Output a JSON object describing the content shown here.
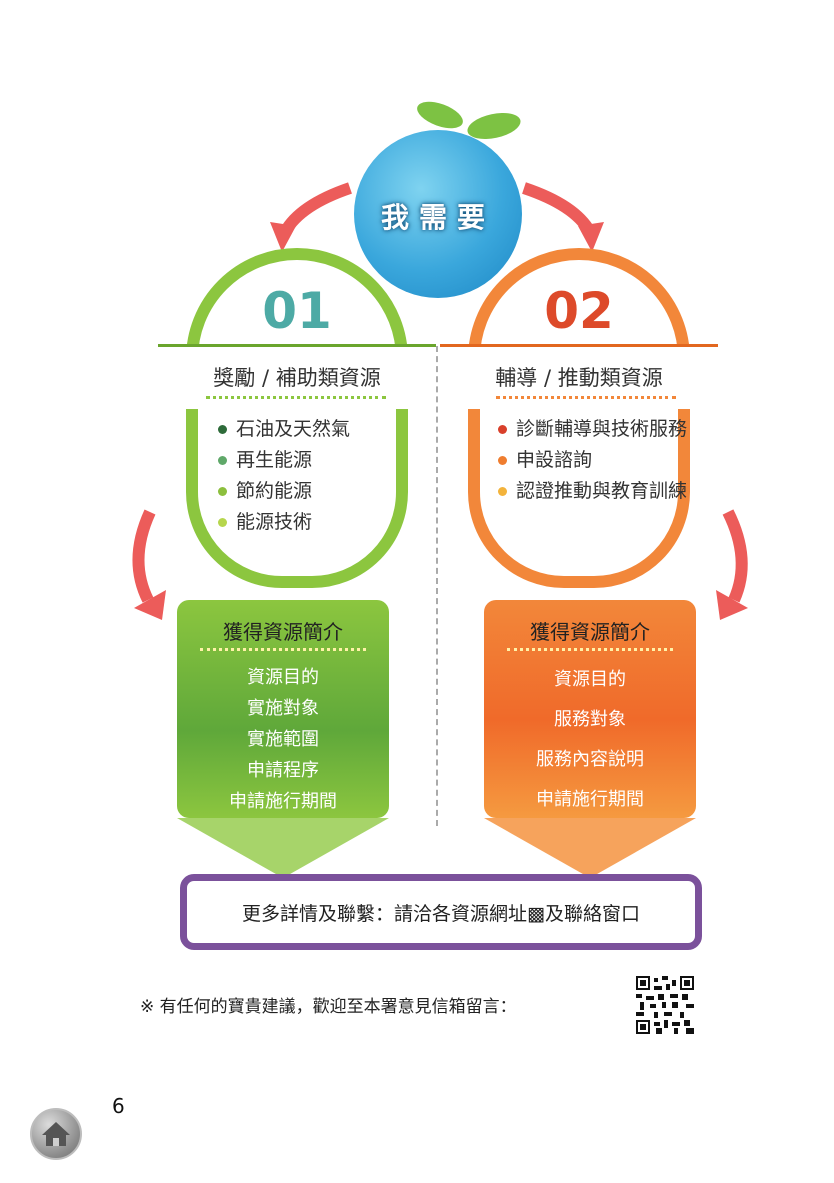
{
  "top": {
    "label": "我需要"
  },
  "left": {
    "number": "01",
    "title": "獎勵 / 補助類資源",
    "items": [
      "石油及天然氣",
      "再生能源",
      "節約能源",
      "能源技術"
    ],
    "bullet_colors": [
      "#2e6b3a",
      "#5fa869",
      "#8cbf3d",
      "#b6d64d"
    ],
    "card_title": "獲得資源簡介",
    "card_items": [
      "資源目的",
      "實施對象",
      "實施範圍",
      "申請程序",
      "申請施行期間"
    ]
  },
  "right": {
    "number": "02",
    "title": "輔導 / 推動類資源",
    "items": [
      "診斷輔導與技術服務",
      "申設諮詢",
      "認證推動與教育訓練"
    ],
    "bullet_colors": [
      "#d9402b",
      "#ef7d2f",
      "#f3b33b"
    ],
    "card_title": "獲得資源簡介",
    "card_items": [
      "資源目的",
      "服務對象",
      "服務內容說明",
      "申請施行期間"
    ]
  },
  "contact": {
    "text": "更多詳情及聯繫：請洽各資源網址▩及聯絡窗口"
  },
  "note": {
    "text": "※ 有任何的寶貴建議，歡迎至本署意見信箱留言："
  },
  "page": {
    "number": "6"
  },
  "colors": {
    "green": "#8cc63f",
    "orange": "#f2873a",
    "purple": "#7b519b",
    "blue": "#3aa7dc"
  },
  "icons": {
    "home": "home-icon",
    "qr": "qr-code-icon",
    "arrows": "curved-arrow-icon",
    "sprout": "sprout-icon"
  }
}
